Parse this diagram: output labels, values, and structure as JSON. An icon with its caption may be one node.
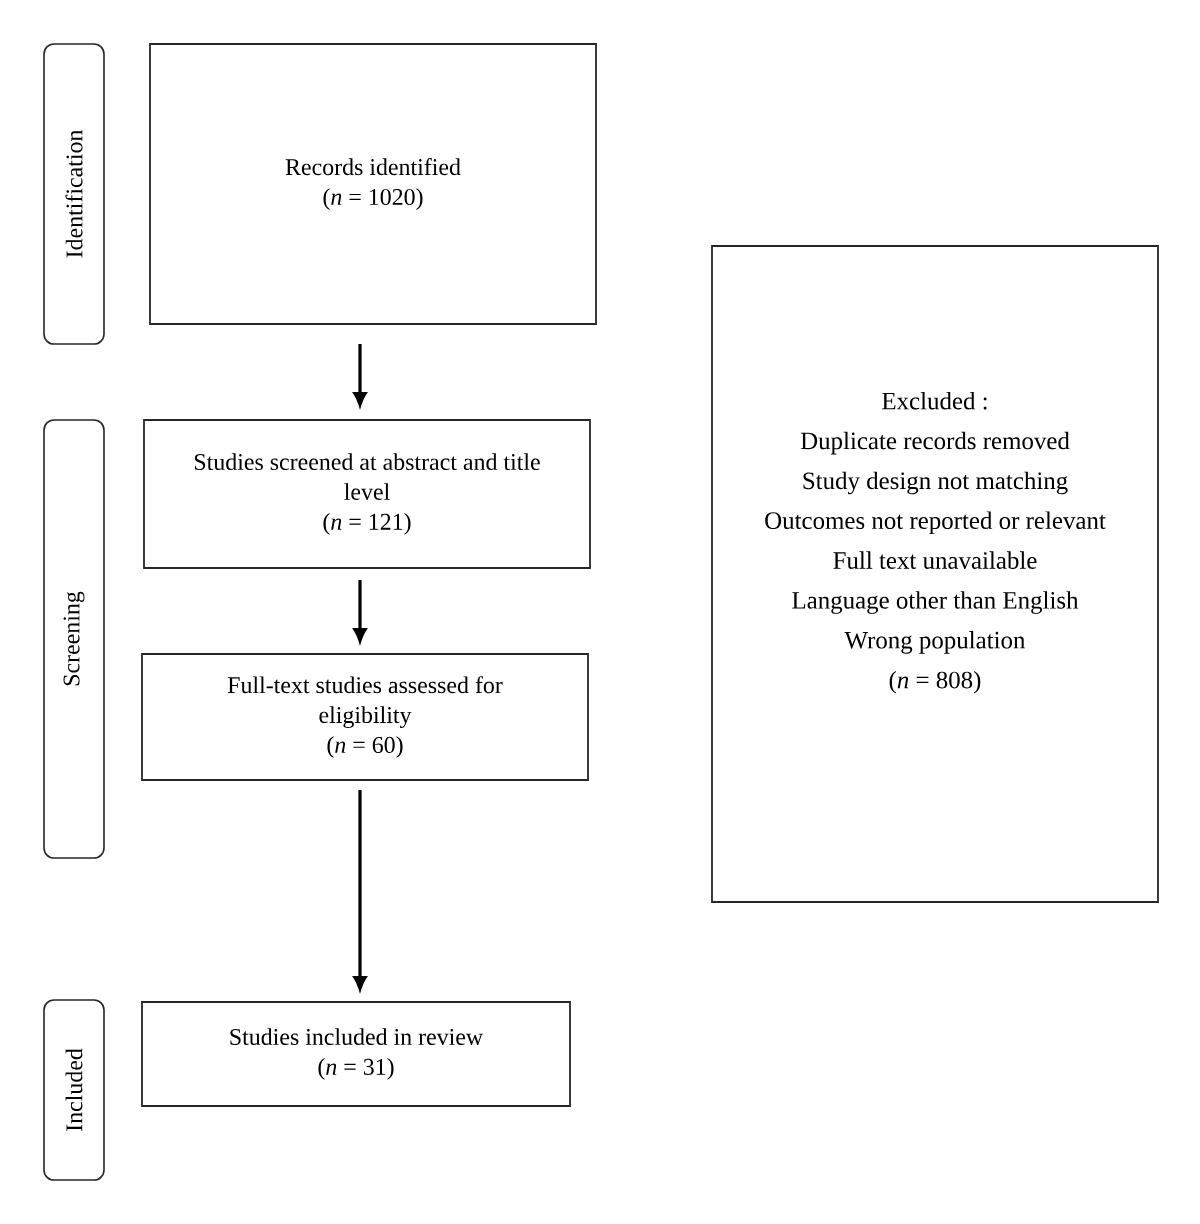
{
  "diagram": {
    "nodes": [
      {
        "text": [
          "Identification"
        ]
      },
      {
        "text": [
          "Records identified",
          "(*n* = 1020)"
        ]
      },
      {
        "text": [
          "Excluded :",
          "Duplicate records removed",
          "Study design not matching",
          "Outcomes not reported or relevant",
          "Full text unavailable",
          "Language other than English",
          "Wrong population",
          "(*n* = 808)"
        ]
      },
      {
        "text": [
          "Screening"
        ]
      },
      {
        "text": [
          "Studies screened at abstract and title level",
          "(*n* = 121)"
        ]
      },
      {
        "text": [
          "Full-text studies assessed for eligibility",
          "(*n* = 60)"
        ]
      },
      {
        "text": [
          "Included"
        ]
      },
      {
        "text": [
          "Studies included in review",
          "(*n* = 31)"
        ]
      }
    ],
    "edges": [
      {
        "from": 1,
        "to": 4,
        "arrow": "to"
      },
      {
        "from": 4,
        "to": 5,
        "arrow": "to"
      },
      {
        "from": 5,
        "to": 7,
        "arrow": "to"
      }
    ]
  }
}
